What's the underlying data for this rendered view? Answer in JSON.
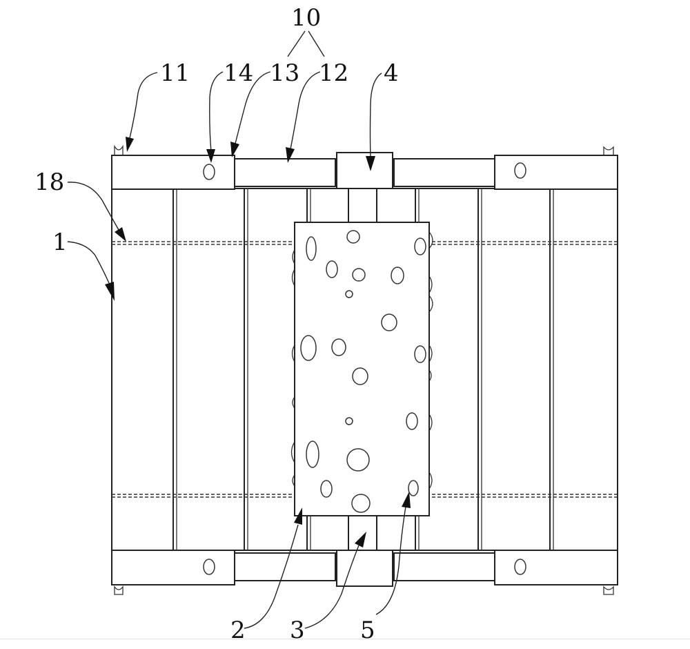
{
  "labels": {
    "l10": "10",
    "l11": "11",
    "l14": "14",
    "l13": "13",
    "l12": "12",
    "l4": "4",
    "l18": "18",
    "l1": "1",
    "l2": "2",
    "l3": "3",
    "l5": "5"
  },
  "colors": {
    "line": "#222222",
    "background": "#ffffff"
  }
}
